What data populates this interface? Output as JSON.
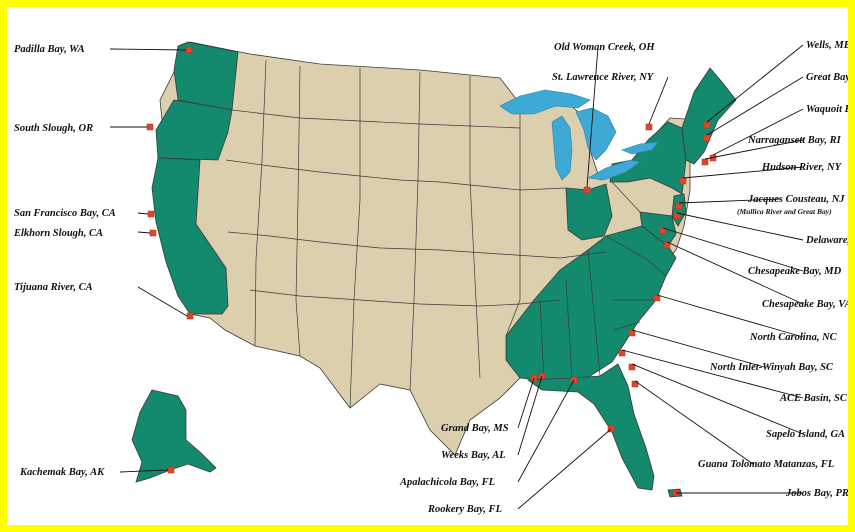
{
  "colors": {
    "frame": "#ffff00",
    "reserve_state": "#138a6d",
    "other_state": "#dccfae",
    "great_lakes": "#3fa9d6",
    "site_marker": "#e0452b"
  },
  "sites": {
    "padilla": "Padilla Bay, WA",
    "south_slough": "South Slough, OR",
    "san_francisco": "San Francisco Bay, CA",
    "elkhorn": "Elkhorn Slough, CA",
    "tijuana": "Tijuana River, CA",
    "kachemak": "Kachemak Bay, AK",
    "old_woman_creek": "Old Woman Creek, OH",
    "st_lawrence": "St. Lawrence River, NY",
    "wells": "Wells, ME",
    "great_bay": "Great Bay, NH",
    "waquoit": "Waquoit Bay, MA",
    "narragansett": "Narragansett Bay, RI",
    "hudson": "Hudson River, NY",
    "jacques_cousteau": "Jacques Cousteau, NJ",
    "jacques_cousteau_sub": "(Mullica River and Great Bay)",
    "delaware": "Delaware, DE",
    "chesapeake_md": "Chesapeake Bay, MD",
    "chesapeake_va": "Chesapeake Bay, VA",
    "north_carolina": "North Carolina, NC",
    "north_inlet": "North Inlet-Winyah Bay, SC",
    "ace_basin": "ACE Basin, SC",
    "sapelo": "Sapelo Island, GA",
    "guana": "Guana Tolomato Matanzas, FL",
    "jobos": "Jobos Bay, PR",
    "grand_bay": "Grand Bay, MS",
    "weeks_bay": "Weeks Bay, AL",
    "apalachicola": "Apalachicola Bay, FL",
    "rookery": "Rookery Bay, FL"
  }
}
